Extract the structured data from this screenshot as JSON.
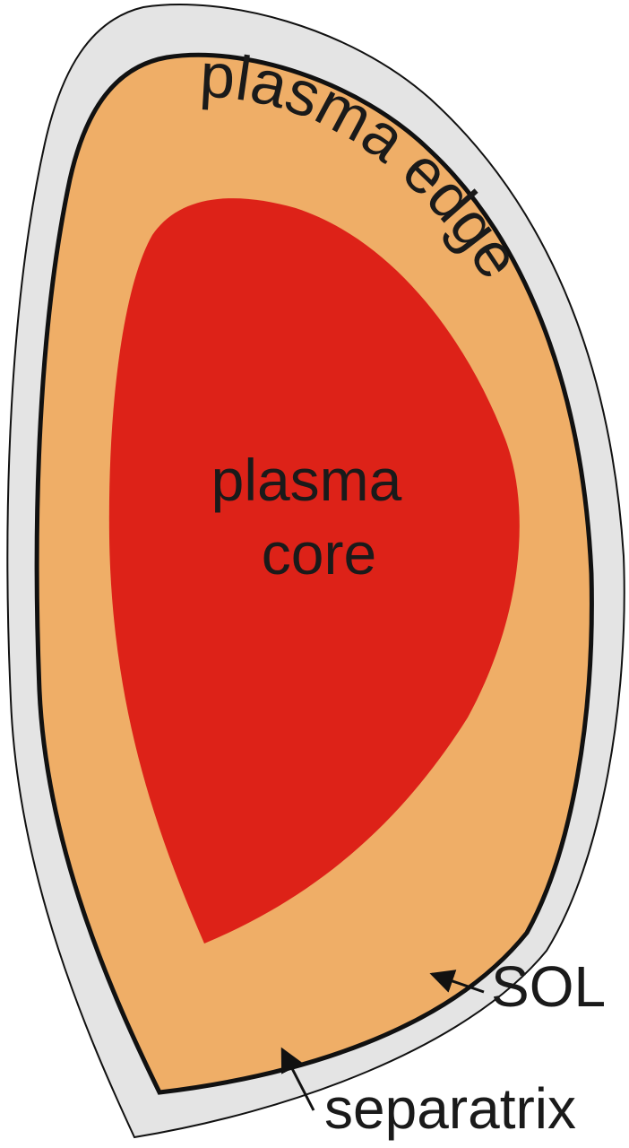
{
  "colors": {
    "sol": "#e4e4e4",
    "edge": "#efae67",
    "core": "#dd2218",
    "line": "#111111",
    "text": "#1a1a1a"
  },
  "labels": {
    "plasma_edge": "plasma edge",
    "plasma_core_line1": "plasma",
    "plasma_core_line2": "core",
    "sol": "SOL",
    "separatrix": "separatrix"
  }
}
